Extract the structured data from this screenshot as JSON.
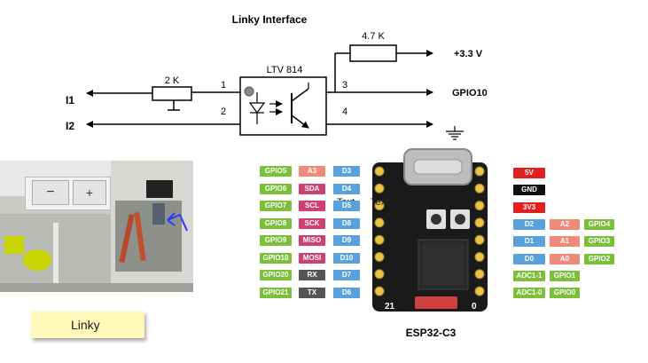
{
  "schematic": {
    "title": "Linky Interface",
    "resistor_top": "4.7 K",
    "resistor_left": "2 K",
    "optocoupler": "LTV 814",
    "pin1": "1",
    "pin2": "2",
    "pin3": "3",
    "pin4": "4",
    "input1": "I1",
    "input2": "I2",
    "vcc": "+3.3 V",
    "gpio_out": "GPIO10"
  },
  "photo": {
    "minus_button": "−",
    "plus_button": "+"
  },
  "note": {
    "label": "Linky"
  },
  "board": {
    "name": "ESP32-C3",
    "overlay_text_1": "Text",
    "overlay_text_2": "Text",
    "pin_bottom_left": "21",
    "pin_bottom_right": "0",
    "left_pins": [
      {
        "gpio": "GPIO5",
        "func": "A3",
        "d": "D3"
      },
      {
        "gpio": "GPIO6",
        "func": "SDA",
        "d": "D4"
      },
      {
        "gpio": "GPIO7",
        "func": "SCL",
        "d": "D5"
      },
      {
        "gpio": "GPIO8",
        "func": "SCK",
        "d": "D8"
      },
      {
        "gpio": "GPIO9",
        "func": "MISO",
        "d": "D9"
      },
      {
        "gpio": "GPIO10",
        "func": "MOSI",
        "d": "D10"
      },
      {
        "gpio": "GPIO20",
        "func": "RX",
        "d": "D7"
      },
      {
        "gpio": "GPIO21",
        "func": "TX",
        "d": "D6"
      }
    ],
    "right_pins": [
      {
        "a": "5V"
      },
      {
        "a": "GND"
      },
      {
        "a": "3V3"
      },
      {
        "a": "D2",
        "b": "A2",
        "c": "GPIO4"
      },
      {
        "a": "D1",
        "b": "A1",
        "c": "GPIO3"
      },
      {
        "a": "D0",
        "b": "A0",
        "c": "GPIO2"
      },
      {
        "a": "ADC1-1",
        "b": "GPIO1"
      },
      {
        "a": "ADC1-0",
        "b": "GPIO0"
      }
    ],
    "colors": {
      "gpio": "#7cbf3b",
      "func_orange": "#f08a78",
      "func_pink": "#d0406e",
      "func_gray": "#555555",
      "d_blue": "#5aa0dc",
      "power_red": "#e02020",
      "gnd_black": "#111111",
      "adc_green": "#7cbf3b"
    }
  }
}
